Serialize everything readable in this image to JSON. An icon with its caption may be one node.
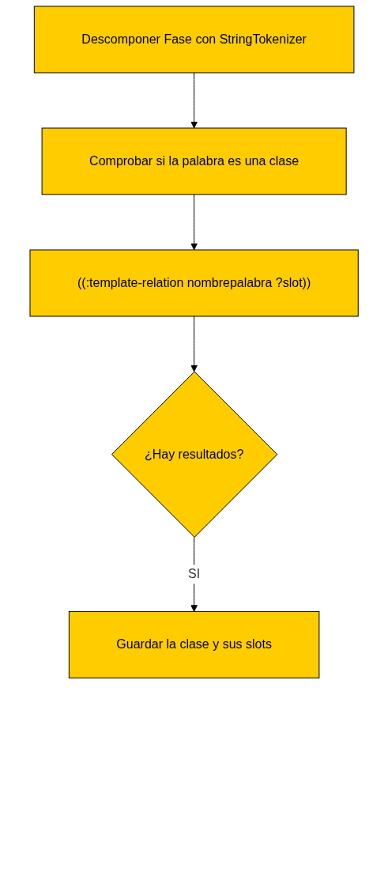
{
  "diagram": {
    "nodes": [
      {
        "text": [
          "Descomponer Fase con StringTokenizer"
        ]
      },
      {
        "text": [
          "Comprobar si la palabra es una clase"
        ]
      },
      {
        "text": [
          "((:template-relation nombrepalabra ?slot))"
        ]
      },
      {
        "text": [
          "¿Hay resultados?"
        ]
      },
      {
        "text": [
          "Guardar la clase y sus slots"
        ]
      }
    ],
    "edges": [
      {
        "from": 0,
        "to": 1,
        "arrow": "to"
      },
      {
        "from": 1,
        "to": 2,
        "arrow": "to"
      },
      {
        "from": 2,
        "to": 3,
        "arrow": "to"
      },
      {
        "from": 3,
        "to": 4,
        "arrow": "to",
        "label": "SI"
      }
    ]
  }
}
